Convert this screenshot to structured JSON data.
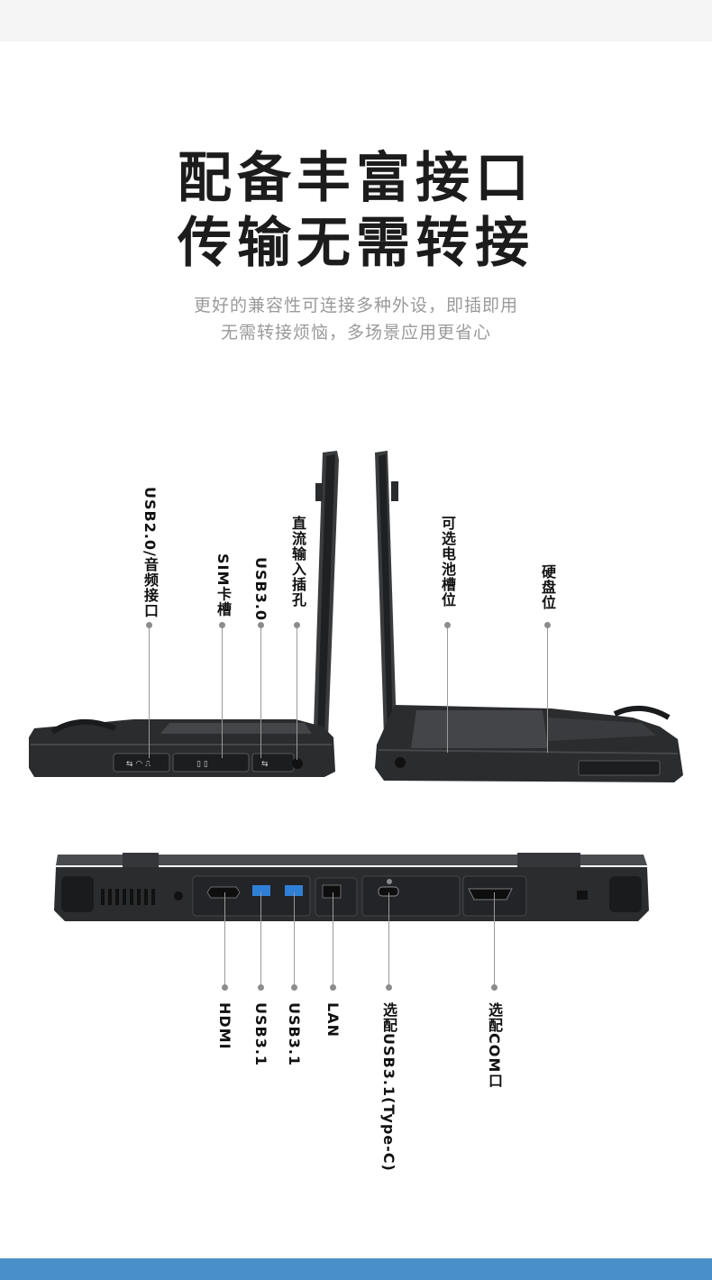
{
  "heading": {
    "line1": "配备丰富接口",
    "line2": "传输无需转接"
  },
  "subtitle": {
    "line1": "更好的兼容性可连接多种外设，即插即用",
    "line2": "无需转接烦恼，多场景应用更省心"
  },
  "side_left_labels": {
    "usb_audio": "USB2.0/音频接口",
    "sim": "SIM卡槽",
    "usb30": "USB3.0",
    "dc_in": "直流输入插孔"
  },
  "side_right_labels": {
    "battery": "可选电池槽位",
    "hdd": "硬盘位"
  },
  "rear_labels": {
    "hdmi": "HDMI",
    "usb31_a": "USB3.1",
    "usb31_b": "USB3.1",
    "lan": "LAN",
    "typec": "选配USB3.1(Type-C)",
    "com": "选配COM口"
  },
  "colors": {
    "device_body": "#2b2c2e",
    "usb_blue": "#2f7fd6",
    "callout_line": "#9a9a9a",
    "bottom_band": "#4a90c8"
  }
}
